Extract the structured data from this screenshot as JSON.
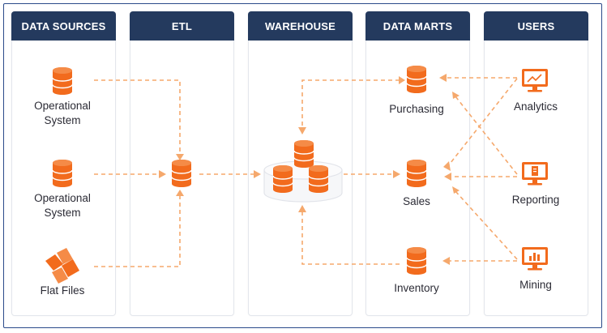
{
  "columns": [
    {
      "title": "DATA SOURCES"
    },
    {
      "title": "ETL"
    },
    {
      "title": "WAREHOUSE"
    },
    {
      "title": "DATA MARTS"
    },
    {
      "title": "USERS"
    }
  ],
  "sources": [
    {
      "line1": "Operational",
      "line2": "System",
      "icon": "database-icon"
    },
    {
      "line1": "Operational",
      "line2": "System",
      "icon": "database-icon"
    },
    {
      "line1": "Flat Files",
      "icon": "flat-files-icon"
    }
  ],
  "marts": [
    {
      "label": "Purchasing",
      "icon": "database-icon"
    },
    {
      "label": "Sales",
      "icon": "database-icon"
    },
    {
      "label": "Inventory",
      "icon": "database-icon"
    }
  ],
  "users": [
    {
      "label": "Analytics",
      "icon": "monitor-chart-icon"
    },
    {
      "label": "Reporting",
      "icon": "monitor-report-icon"
    },
    {
      "label": "Mining",
      "icon": "monitor-bars-icon"
    }
  ],
  "colors": {
    "header": "#243a5e",
    "accent": "#f26b1d",
    "flow": "#f5a86c",
    "frame": "#2a4a8a"
  }
}
